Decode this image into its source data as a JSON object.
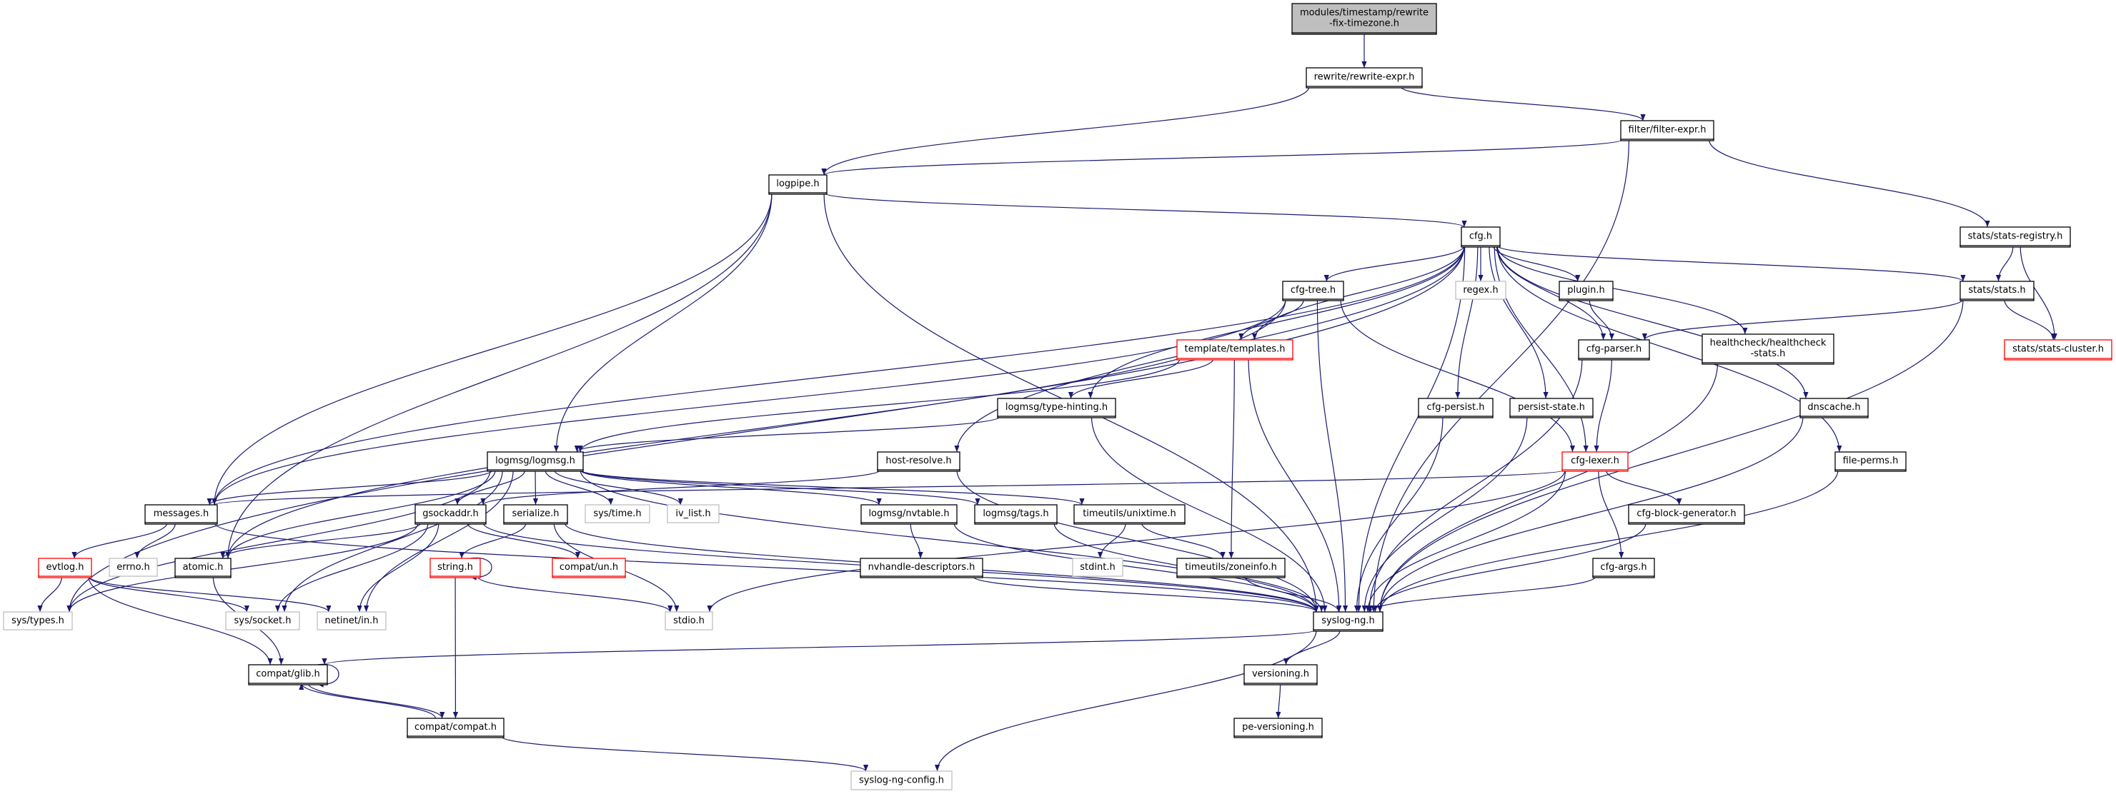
{
  "colors": {
    "edge": "#191970",
    "root_fill": "#bfbfbf",
    "missing_border": "#bfbfbf",
    "truncated_border": "#ff0000"
  },
  "nodes": [
    {
      "id": "root",
      "lines": [
        "modules/timestamp/rewrite",
        "-fix-timezone.h"
      ],
      "style": "root"
    },
    {
      "id": "rewrite",
      "lines": [
        "rewrite/rewrite-expr.h"
      ],
      "style": "normal"
    },
    {
      "id": "filter",
      "lines": [
        "filter/filter-expr.h"
      ],
      "style": "normal"
    },
    {
      "id": "logpipe",
      "lines": [
        "logpipe.h"
      ],
      "style": "normal"
    },
    {
      "id": "cfg",
      "lines": [
        "cfg.h"
      ],
      "style": "normal"
    },
    {
      "id": "statsreg",
      "lines": [
        "stats/stats-registry.h"
      ],
      "style": "normal"
    },
    {
      "id": "cfgtree",
      "lines": [
        "cfg-tree.h"
      ],
      "style": "normal"
    },
    {
      "id": "regex",
      "lines": [
        "regex.h"
      ],
      "style": "gray"
    },
    {
      "id": "plugin",
      "lines": [
        "plugin.h"
      ],
      "style": "normal"
    },
    {
      "id": "stats",
      "lines": [
        "stats/stats.h"
      ],
      "style": "normal"
    },
    {
      "id": "templates",
      "lines": [
        "template/templates.h"
      ],
      "style": "red"
    },
    {
      "id": "cfgparser",
      "lines": [
        "cfg-parser.h"
      ],
      "style": "normal"
    },
    {
      "id": "health",
      "lines": [
        "healthcheck/healthcheck",
        "-stats.h"
      ],
      "style": "normal"
    },
    {
      "id": "statscluster",
      "lines": [
        "stats/stats-cluster.h"
      ],
      "style": "red"
    },
    {
      "id": "typehint",
      "lines": [
        "logmsg/type-hinting.h"
      ],
      "style": "normal"
    },
    {
      "id": "cfgpersist",
      "lines": [
        "cfg-persist.h"
      ],
      "style": "normal"
    },
    {
      "id": "persist",
      "lines": [
        "persist-state.h"
      ],
      "style": "normal"
    },
    {
      "id": "dnscache",
      "lines": [
        "dnscache.h"
      ],
      "style": "normal"
    },
    {
      "id": "logmsg",
      "lines": [
        "logmsg/logmsg.h"
      ],
      "style": "normal"
    },
    {
      "id": "hostres",
      "lines": [
        "host-resolve.h"
      ],
      "style": "normal"
    },
    {
      "id": "cfglexer",
      "lines": [
        "cfg-lexer.h"
      ],
      "style": "red"
    },
    {
      "id": "fileperms",
      "lines": [
        "file-perms.h"
      ],
      "style": "normal"
    },
    {
      "id": "messages",
      "lines": [
        "messages.h"
      ],
      "style": "normal"
    },
    {
      "id": "gsockaddr",
      "lines": [
        "gsockaddr.h"
      ],
      "style": "normal"
    },
    {
      "id": "serialize",
      "lines": [
        "serialize.h"
      ],
      "style": "normal"
    },
    {
      "id": "systime",
      "lines": [
        "sys/time.h"
      ],
      "style": "gray"
    },
    {
      "id": "ivlist",
      "lines": [
        "iv_list.h"
      ],
      "style": "gray"
    },
    {
      "id": "nvtable",
      "lines": [
        "logmsg/nvtable.h"
      ],
      "style": "normal"
    },
    {
      "id": "tags",
      "lines": [
        "logmsg/tags.h"
      ],
      "style": "normal"
    },
    {
      "id": "unixtime",
      "lines": [
        "timeutils/unixtime.h"
      ],
      "style": "normal"
    },
    {
      "id": "blockgen",
      "lines": [
        "cfg-block-generator.h"
      ],
      "style": "normal"
    },
    {
      "id": "evtlog",
      "lines": [
        "evtlog.h"
      ],
      "style": "red"
    },
    {
      "id": "errno",
      "lines": [
        "errno.h"
      ],
      "style": "gray"
    },
    {
      "id": "atomic",
      "lines": [
        "atomic.h"
      ],
      "style": "normal"
    },
    {
      "id": "string",
      "lines": [
        "string.h"
      ],
      "style": "red"
    },
    {
      "id": "compatun",
      "lines": [
        "compat/un.h"
      ],
      "style": "red"
    },
    {
      "id": "nvhandle",
      "lines": [
        "nvhandle-descriptors.h"
      ],
      "style": "normal"
    },
    {
      "id": "stdint",
      "lines": [
        "stdint.h"
      ],
      "style": "gray"
    },
    {
      "id": "zoneinfo",
      "lines": [
        "timeutils/zoneinfo.h"
      ],
      "style": "normal"
    },
    {
      "id": "cfgargs",
      "lines": [
        "cfg-args.h"
      ],
      "style": "normal"
    },
    {
      "id": "systypes",
      "lines": [
        "sys/types.h"
      ],
      "style": "gray"
    },
    {
      "id": "syssocket",
      "lines": [
        "sys/socket.h"
      ],
      "style": "gray"
    },
    {
      "id": "netinet",
      "lines": [
        "netinet/in.h"
      ],
      "style": "gray"
    },
    {
      "id": "stdio",
      "lines": [
        "stdio.h"
      ],
      "style": "gray"
    },
    {
      "id": "syslogng",
      "lines": [
        "syslog-ng.h"
      ],
      "style": "normal"
    },
    {
      "id": "glib",
      "lines": [
        "compat/glib.h"
      ],
      "style": "normal"
    },
    {
      "id": "versioning",
      "lines": [
        "versioning.h"
      ],
      "style": "normal"
    },
    {
      "id": "compat",
      "lines": [
        "compat/compat.h"
      ],
      "style": "normal"
    },
    {
      "id": "pever",
      "lines": [
        "pe-versioning.h"
      ],
      "style": "normal"
    },
    {
      "id": "config",
      "lines": [
        "syslog-ng-config.h"
      ],
      "style": "gray"
    }
  ],
  "edges": [
    [
      "root",
      "rewrite"
    ],
    [
      "rewrite",
      "logpipe"
    ],
    [
      "rewrite",
      "filter"
    ],
    [
      "filter",
      "logpipe"
    ],
    [
      "filter",
      "statsreg"
    ],
    [
      "filter",
      "syslogng"
    ],
    [
      "logpipe",
      "cfg"
    ],
    [
      "logpipe",
      "logmsg"
    ],
    [
      "logpipe",
      "messages"
    ],
    [
      "logpipe",
      "atomic"
    ],
    [
      "logpipe",
      "syslogng"
    ],
    [
      "cfg",
      "systypes"
    ],
    [
      "cfg",
      "messages"
    ],
    [
      "cfg",
      "typehint"
    ],
    [
      "cfg",
      "hostres"
    ],
    [
      "cfg",
      "templates"
    ],
    [
      "cfg",
      "cfgtree"
    ],
    [
      "cfg",
      "regex"
    ],
    [
      "cfg",
      "plugin"
    ],
    [
      "cfg",
      "cfgparser"
    ],
    [
      "cfg",
      "health"
    ],
    [
      "cfg",
      "dnscache"
    ],
    [
      "cfg",
      "fileperms"
    ],
    [
      "cfg",
      "stats"
    ],
    [
      "cfg",
      "cfglexer"
    ],
    [
      "cfg",
      "cfgpersist"
    ],
    [
      "cfg",
      "persist"
    ],
    [
      "cfg",
      "syslogng"
    ],
    [
      "statsreg",
      "stats"
    ],
    [
      "statsreg",
      "statscluster"
    ],
    [
      "stats",
      "cfgparser"
    ],
    [
      "stats",
      "statscluster"
    ],
    [
      "stats",
      "syslogng"
    ],
    [
      "cfgtree",
      "templates"
    ],
    [
      "cfgtree",
      "messages"
    ],
    [
      "cfgtree",
      "atomic"
    ],
    [
      "cfgtree",
      "cfglexer"
    ],
    [
      "cfgtree",
      "syslogng"
    ],
    [
      "plugin",
      "cfgparser"
    ],
    [
      "templates",
      "typehint"
    ],
    [
      "templates",
      "logmsg"
    ],
    [
      "templates",
      "zoneinfo"
    ],
    [
      "templates",
      "syslogng"
    ],
    [
      "cfgparser",
      "cfglexer"
    ],
    [
      "cfgparser",
      "syslogng"
    ],
    [
      "health",
      "syslogng"
    ],
    [
      "typehint",
      "logmsg"
    ],
    [
      "typehint",
      "syslogng"
    ],
    [
      "cfgpersist",
      "syslogng"
    ],
    [
      "persist",
      "syslogng"
    ],
    [
      "dnscache",
      "syslogng"
    ],
    [
      "fileperms",
      "syslogng"
    ],
    [
      "logmsg",
      "messages"
    ],
    [
      "logmsg",
      "systypes"
    ],
    [
      "logmsg",
      "atomic"
    ],
    [
      "logmsg",
      "gsockaddr"
    ],
    [
      "logmsg",
      "serialize"
    ],
    [
      "logmsg",
      "systime"
    ],
    [
      "logmsg",
      "ivlist"
    ],
    [
      "logmsg",
      "nvtable"
    ],
    [
      "logmsg",
      "tags"
    ],
    [
      "logmsg",
      "unixtime"
    ],
    [
      "logmsg",
      "syslogng"
    ],
    [
      "logmsg",
      "netinet"
    ],
    [
      "logmsg",
      "syssocket"
    ],
    [
      "hostres",
      "gsockaddr"
    ],
    [
      "hostres",
      "syslogng"
    ],
    [
      "cfglexer",
      "messages"
    ],
    [
      "cfglexer",
      "stdio"
    ],
    [
      "cfglexer",
      "blockgen"
    ],
    [
      "cfglexer",
      "cfgargs"
    ],
    [
      "cfglexer",
      "syslogng"
    ],
    [
      "messages",
      "evtlog"
    ],
    [
      "messages",
      "errno"
    ],
    [
      "messages",
      "syslogng"
    ],
    [
      "gsockaddr",
      "atomic"
    ],
    [
      "gsockaddr",
      "systypes"
    ],
    [
      "gsockaddr",
      "syssocket"
    ],
    [
      "gsockaddr",
      "netinet"
    ],
    [
      "gsockaddr",
      "compatun"
    ],
    [
      "gsockaddr",
      "syslogng"
    ],
    [
      "serialize",
      "string"
    ],
    [
      "serialize",
      "stdio"
    ],
    [
      "serialize",
      "syslogng"
    ],
    [
      "nvtable",
      "nvhandle"
    ],
    [
      "nvtable",
      "syslogng"
    ],
    [
      "tags",
      "syslogng"
    ],
    [
      "unixtime",
      "stdint"
    ],
    [
      "unixtime",
      "zoneinfo"
    ],
    [
      "blockgen",
      "syslogng"
    ],
    [
      "evtlog",
      "systypes"
    ],
    [
      "evtlog",
      "syssocket"
    ],
    [
      "evtlog",
      "netinet"
    ],
    [
      "evtlog",
      "glib"
    ],
    [
      "atomic",
      "glib"
    ],
    [
      "string",
      "string"
    ],
    [
      "string",
      "stdio"
    ],
    [
      "string",
      "compat"
    ],
    [
      "nvhandle",
      "syslogng"
    ],
    [
      "zoneinfo",
      "syslogng"
    ],
    [
      "cfgargs",
      "syslogng"
    ],
    [
      "syslogng",
      "glib"
    ],
    [
      "syslogng",
      "versioning"
    ],
    [
      "syslogng",
      "config"
    ],
    [
      "glib",
      "glib"
    ],
    [
      "glib",
      "compat"
    ],
    [
      "compat",
      "glib"
    ],
    [
      "versioning",
      "pever"
    ],
    [
      "compat",
      "config"
    ]
  ]
}
